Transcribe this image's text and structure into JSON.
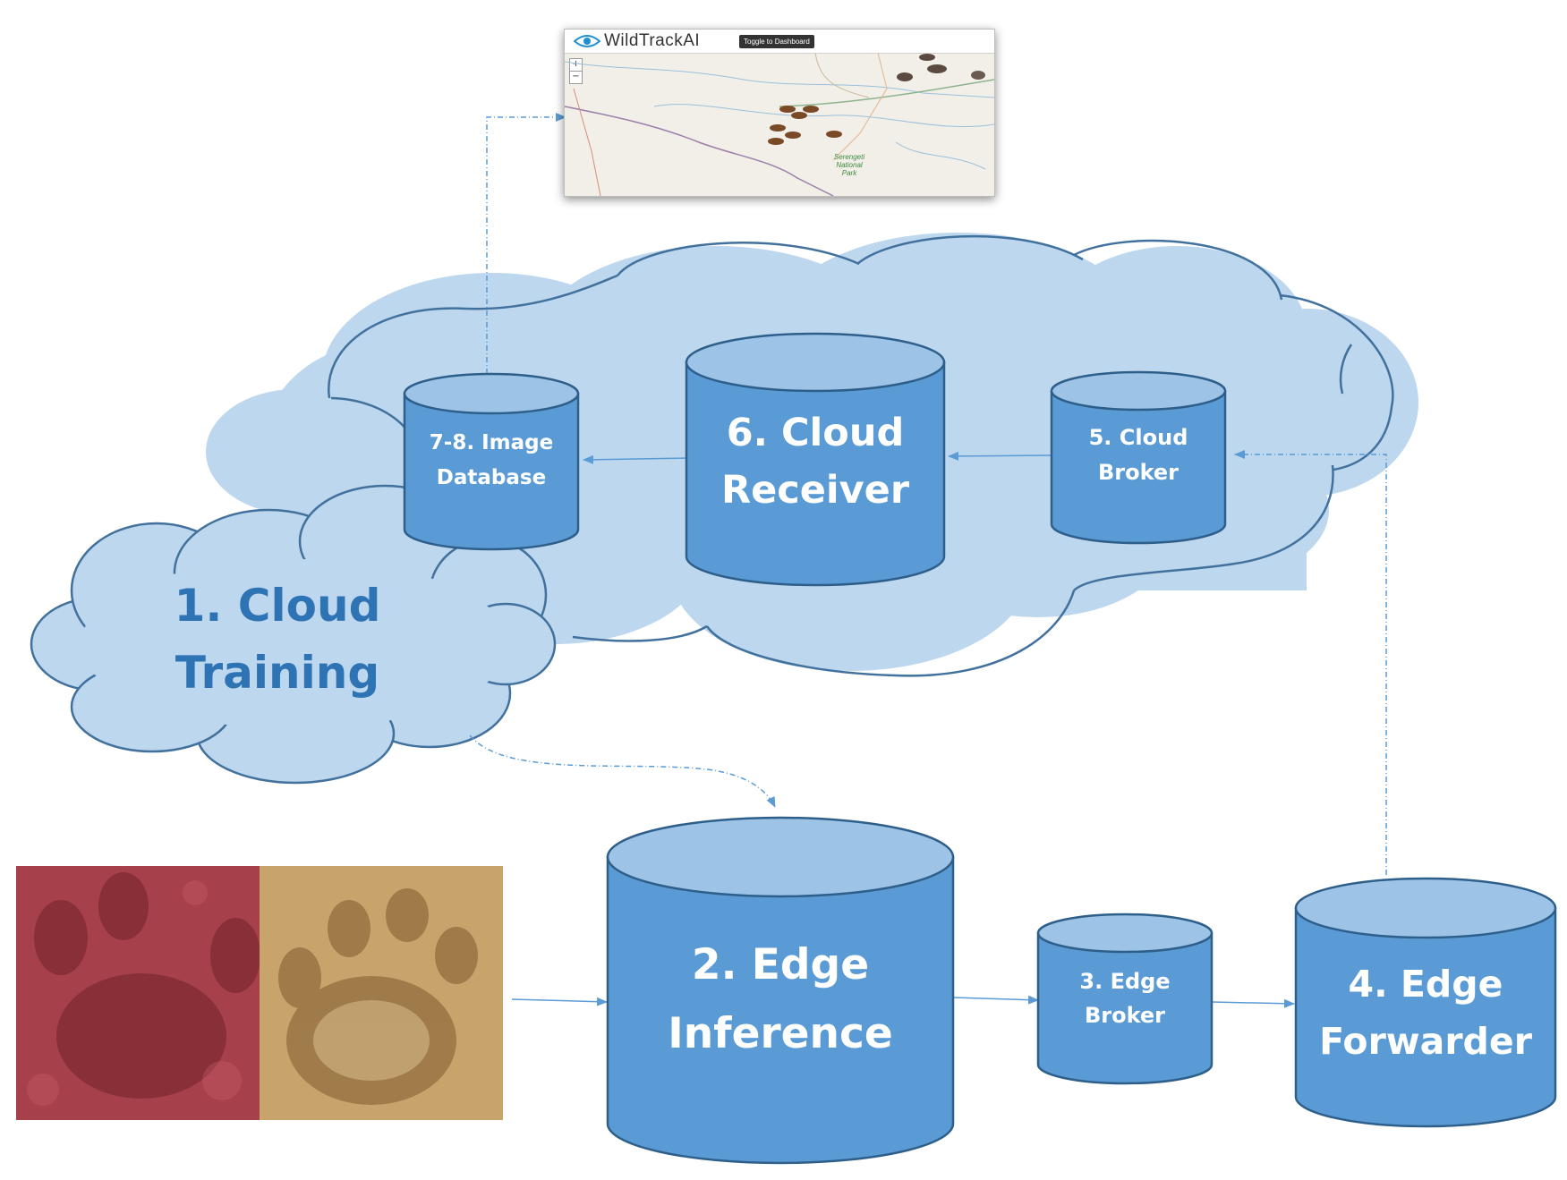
{
  "nodes": {
    "cloud_training": {
      "line1": "1. Cloud",
      "line2": "Training"
    },
    "edge_inference": {
      "line1": "2. Edge",
      "line2": "Inference"
    },
    "edge_broker": {
      "line1": "3. Edge",
      "line2": "Broker"
    },
    "edge_forwarder": {
      "line1": "4. Edge",
      "line2": "Forwarder"
    },
    "cloud_broker": {
      "line1": "5. Cloud",
      "line2": "Broker"
    },
    "cloud_receiver": {
      "line1": "6. Cloud",
      "line2": "Receiver"
    },
    "image_database": {
      "line1": "7-8. Image",
      "line2": "Database"
    }
  },
  "dashboard": {
    "brand": "WildTrackAI",
    "toggle_label": "Toggle to Dashboard",
    "zoom_in": "+",
    "zoom_out": "−",
    "park_label": [
      "Serengeti",
      "National",
      "Park"
    ]
  },
  "colors": {
    "cylinder_fill": "#5b9bd5",
    "cylinder_top": "#9dc3e6",
    "cylinder_stroke": "#2e5f8a",
    "cloud_fill": "#bdd7ee",
    "label_blue": "#2e74b5",
    "arrow": "#5b9bd5"
  }
}
